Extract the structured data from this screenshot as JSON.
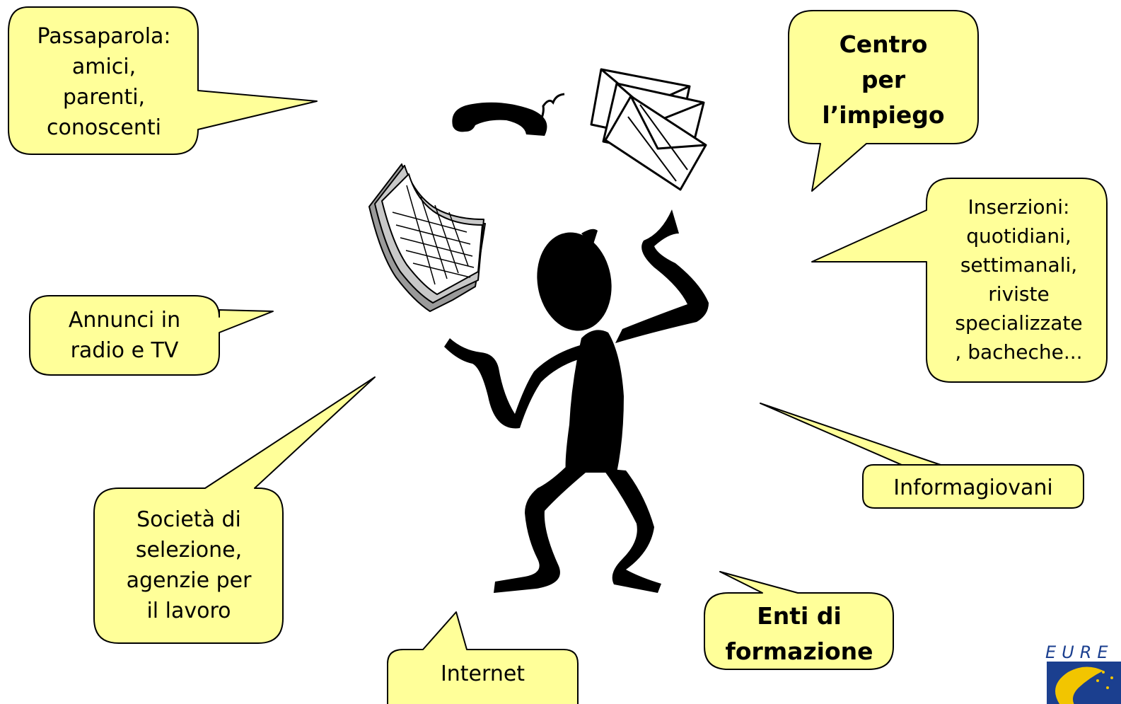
{
  "colors": {
    "bubble_fill": "#ffff99",
    "bubble_stroke": "#000000",
    "figure": "#000000",
    "logo_blue": "#1b3f8f",
    "logo_yellow": "#f2c500"
  },
  "icons": [
    "telephone-handset-icon",
    "envelopes-icon",
    "newspaper-icon",
    "eures-logo-icon"
  ],
  "bubbles": {
    "passaparola": [
      "Passaparola:",
      "amici,",
      "parenti,",
      "conoscenti"
    ],
    "centro": [
      "Centro",
      "per",
      "l’impiego"
    ],
    "inserzioni": [
      "Inserzioni:",
      "quotidiani,",
      "settimanali,",
      "riviste",
      "specializzate",
      ", bacheche..."
    ],
    "annunci": [
      "Annunci in",
      "radio e TV"
    ],
    "informagiovani": [
      "Informagiovani"
    ],
    "societa": [
      "Società di",
      "selezione,",
      "agenzie per",
      "il lavoro"
    ],
    "enti": [
      "Enti di",
      "formazione"
    ],
    "internet": [
      "Internet"
    ]
  },
  "logo": {
    "text": "EURE"
  }
}
